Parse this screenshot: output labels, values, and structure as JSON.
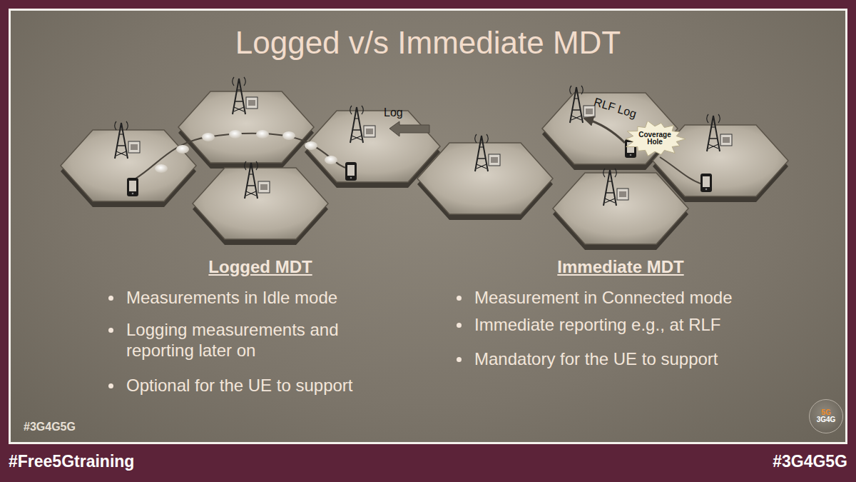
{
  "diagram": {
    "title": "Logged v/s Immediate MDT",
    "nodes": [
      {
        "text": [
          "Coverage Hole"
        ]
      },
      {
        "text": [
          "5G",
          "3G4G"
        ]
      }
    ],
    "labels": [
      "Log",
      "RLF Log",
      "Logged MDT",
      "Measurements in Idle mode",
      "Logging measurements and reporting later on",
      "Optional for the UE to support",
      "Immediate MDT",
      "Measurement in Connected mode",
      "Immediate reporting e.g., at RLF",
      "Mandatory for the UE to support",
      "#3G4G5G",
      "#Free5Gtraining",
      "#3G4G5G"
    ]
  }
}
